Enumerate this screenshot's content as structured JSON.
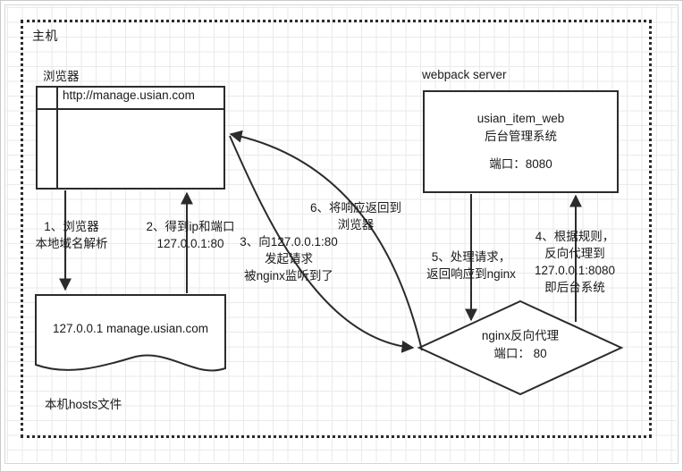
{
  "host": {
    "label": "主机"
  },
  "browser": {
    "caption": "浏览器",
    "url": "http://manage.usian.com"
  },
  "hosts_file": {
    "content": "127.0.0.1 manage.usian.com",
    "caption": "本机hosts文件"
  },
  "webpack_server": {
    "caption": "webpack server",
    "line1": "usian_item_web",
    "line2": "后台管理系统",
    "line3": "端口：8080"
  },
  "nginx": {
    "line1": "nginx反向代理",
    "line2": "端口： 80"
  },
  "steps": {
    "s1": "1、浏览器\n本地域名解析",
    "s2": "2、得到ip和端口\n127.0.0.1:80",
    "s3": "3、向127.0.0.1:80\n发起请求\n被nginx监听到了",
    "s4": "4、根据规则，\n反向代理到\n127.0.0.1:8080\n即后台系统",
    "s5": "5、处理请求，\n返回响应到nginx",
    "s6": "6、将响应返回到\n浏览器"
  },
  "colors": {
    "stroke": "#2b2b2b",
    "text": "#1a1a1a",
    "grid": "#e8eaec",
    "frame": "#c9c9c9",
    "page": "#ffffff"
  }
}
